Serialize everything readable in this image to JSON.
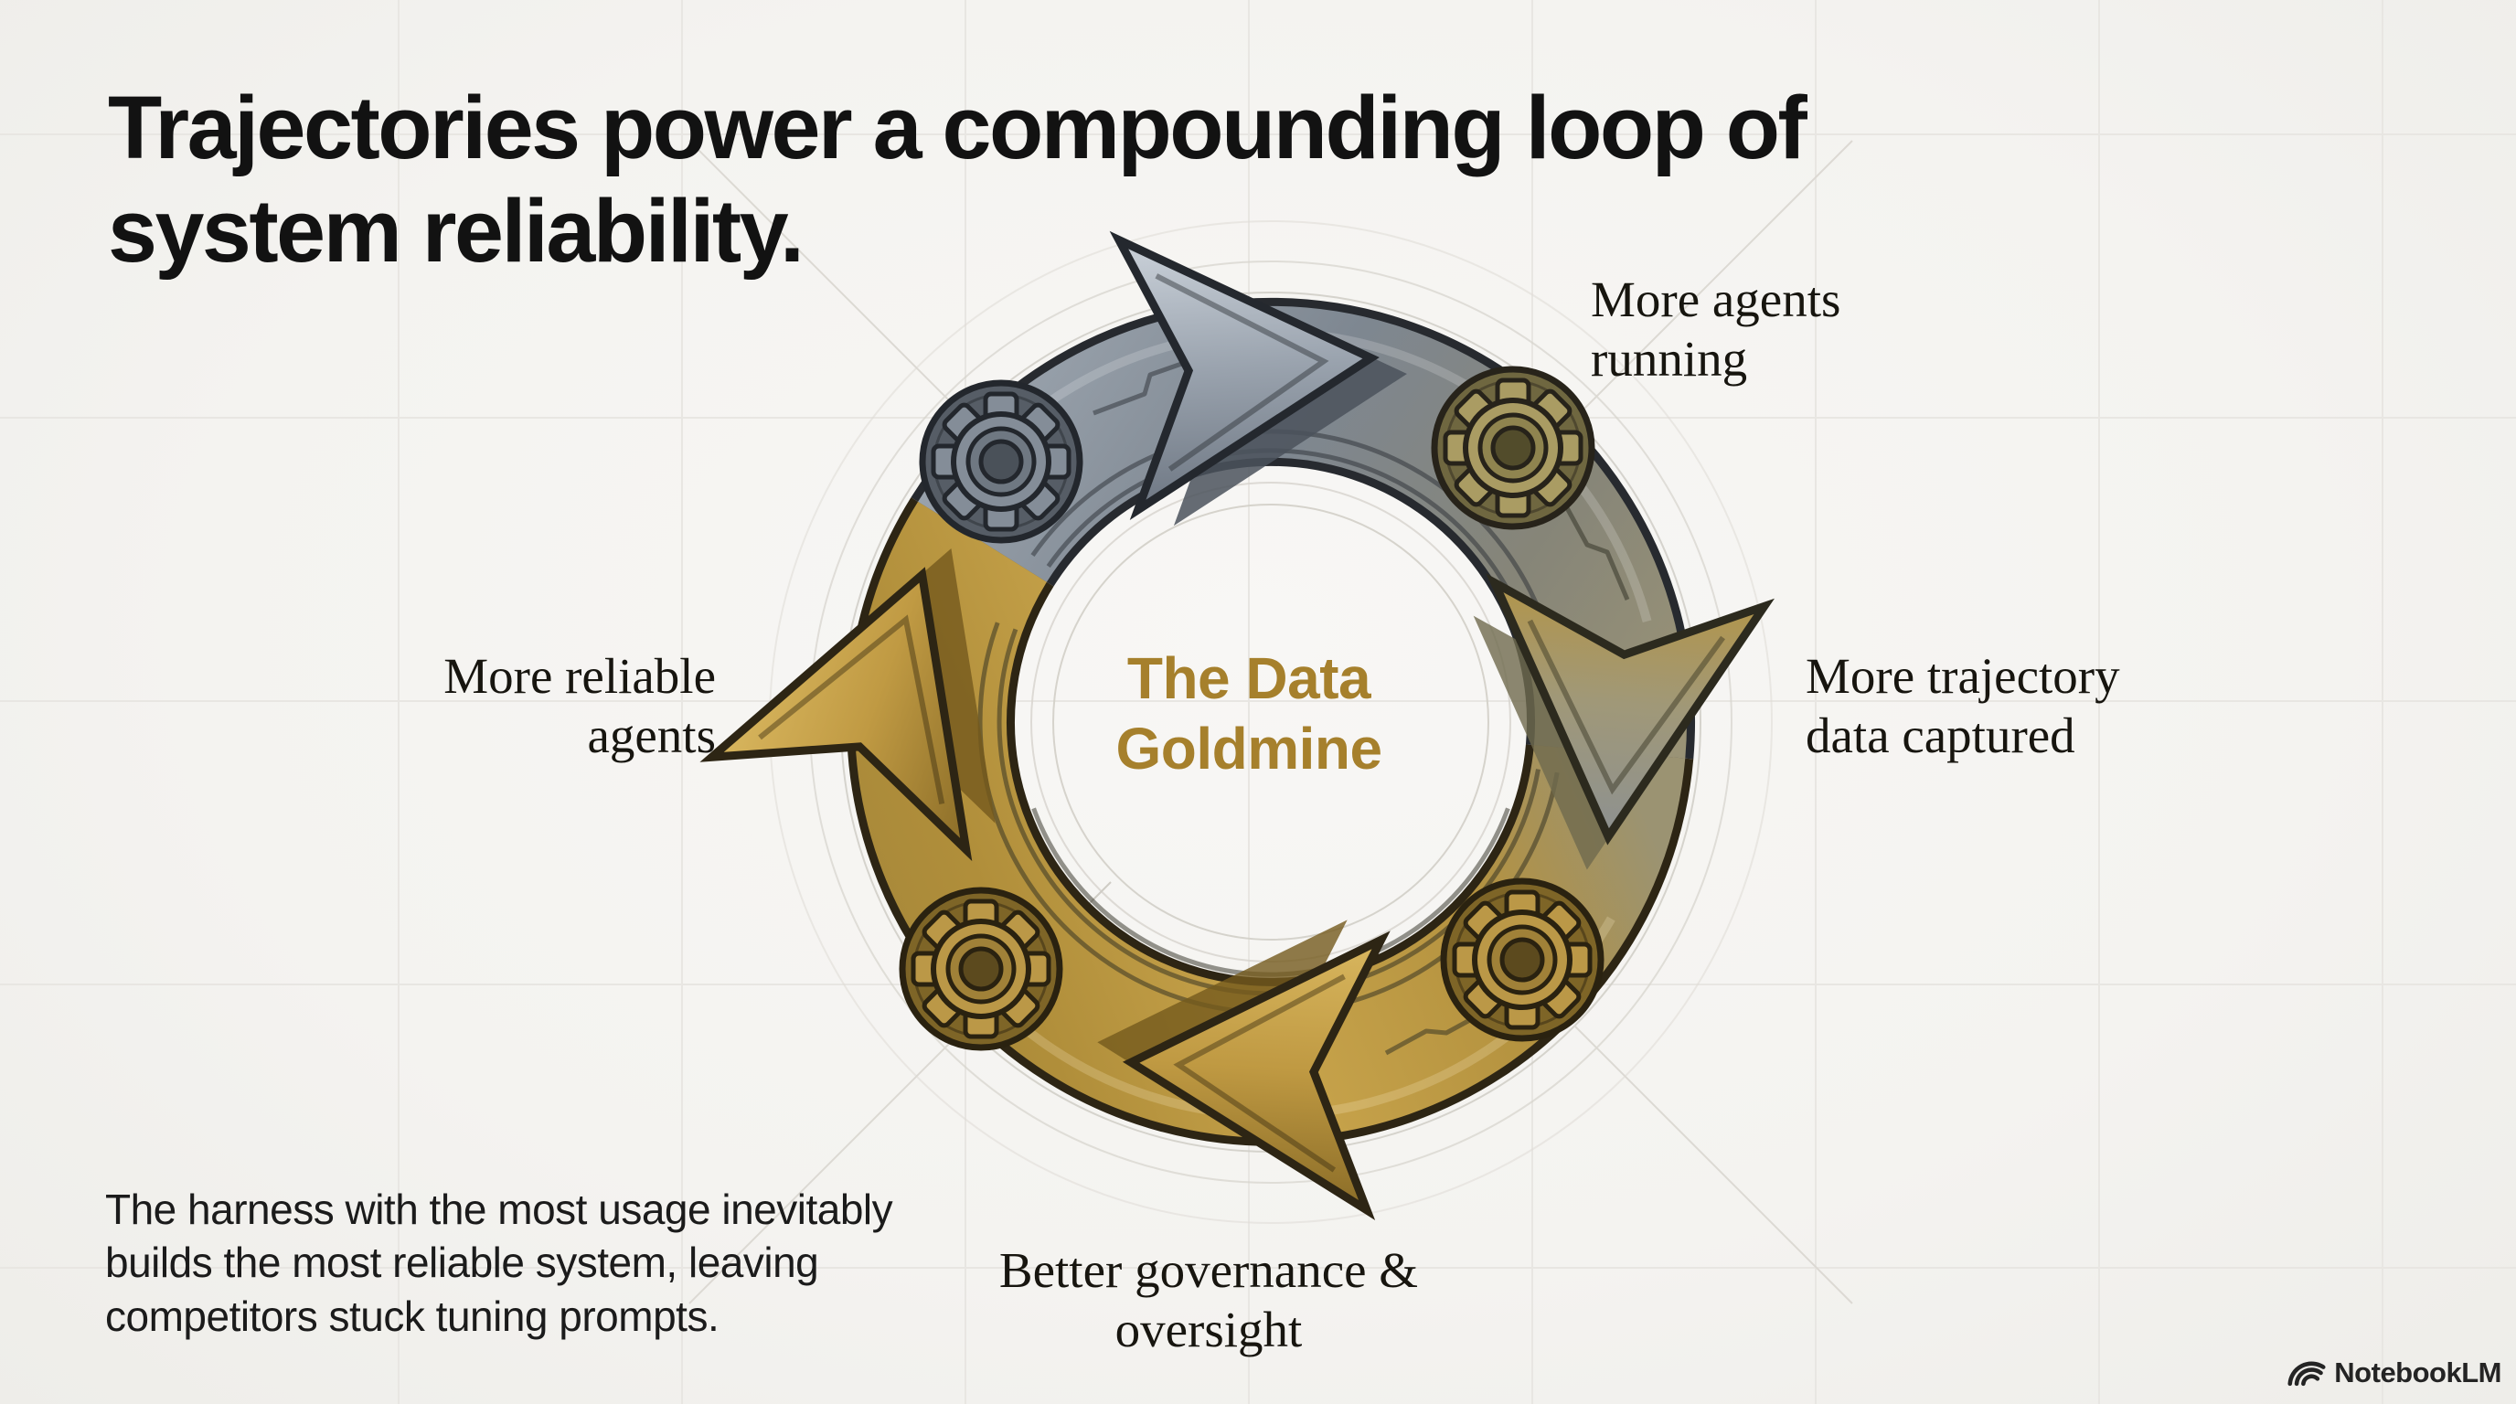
{
  "title": {
    "line1": "Trajectories power a compounding loop of",
    "line2": "system reliability."
  },
  "diagram": {
    "center_label": {
      "line1": "The Data",
      "line2": "Goldmine"
    },
    "steps": [
      {
        "position": "top-right",
        "line1": "More agents",
        "line2": "running"
      },
      {
        "position": "right",
        "line1": "More trajectory",
        "line2": "data captured"
      },
      {
        "position": "bottom",
        "line1": "Better governance &",
        "line2": "oversight"
      },
      {
        "position": "left",
        "line1": "More reliable",
        "line2": "agents"
      }
    ],
    "icons": [
      "loop-arrow",
      "gear"
    ]
  },
  "footnote": {
    "line1": "The harness with the most usage inevitably",
    "line2": "builds the most reliable system, leaving",
    "line3": "competitors stuck tuning prompts."
  },
  "watermark": {
    "brand": "NotebookLM"
  },
  "colors": {
    "background": "#f5f4f2",
    "title_text": "#121212",
    "label_text": "#17150f",
    "center_gold": "#a6802c",
    "ring_steel": "#7e8791",
    "ring_gold": "#bb9540",
    "outline_dark": "#2b2a22"
  }
}
